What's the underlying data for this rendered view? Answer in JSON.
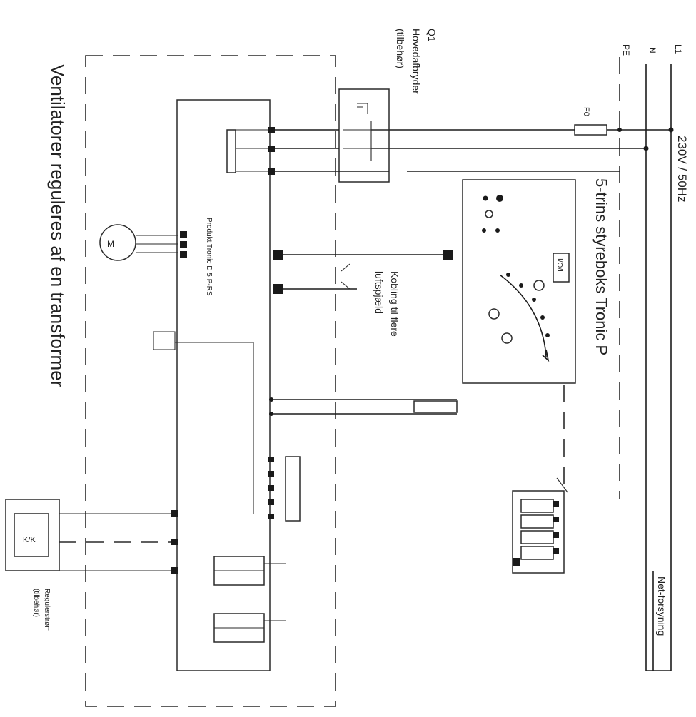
{
  "diagram": {
    "title_main": "Ventilatorer reguleres af en transformer",
    "control_box_title": "5-trins styreboks Tronic P",
    "supply_voltage": "230V / 50Hz",
    "mains_label": "Net-forsyning",
    "line_labels": [
      "L1",
      "N",
      "PE"
    ],
    "fuse_label": "F0",
    "main_switch": {
      "id": "Q1",
      "name": "Hovedafbryder",
      "note": "(tilbehør)"
    },
    "damper_label": [
      "Kobling til flere",
      "luftspjæld"
    ],
    "product_label": "Produkt Tronic D 5 P-RS",
    "speed_controller": [
      "Regulerstrøm",
      "(tilbehør)"
    ],
    "level_symbol": "I/O/I",
    "colors": {
      "line": "#1c1c1c",
      "background": "#ffffff"
    }
  }
}
